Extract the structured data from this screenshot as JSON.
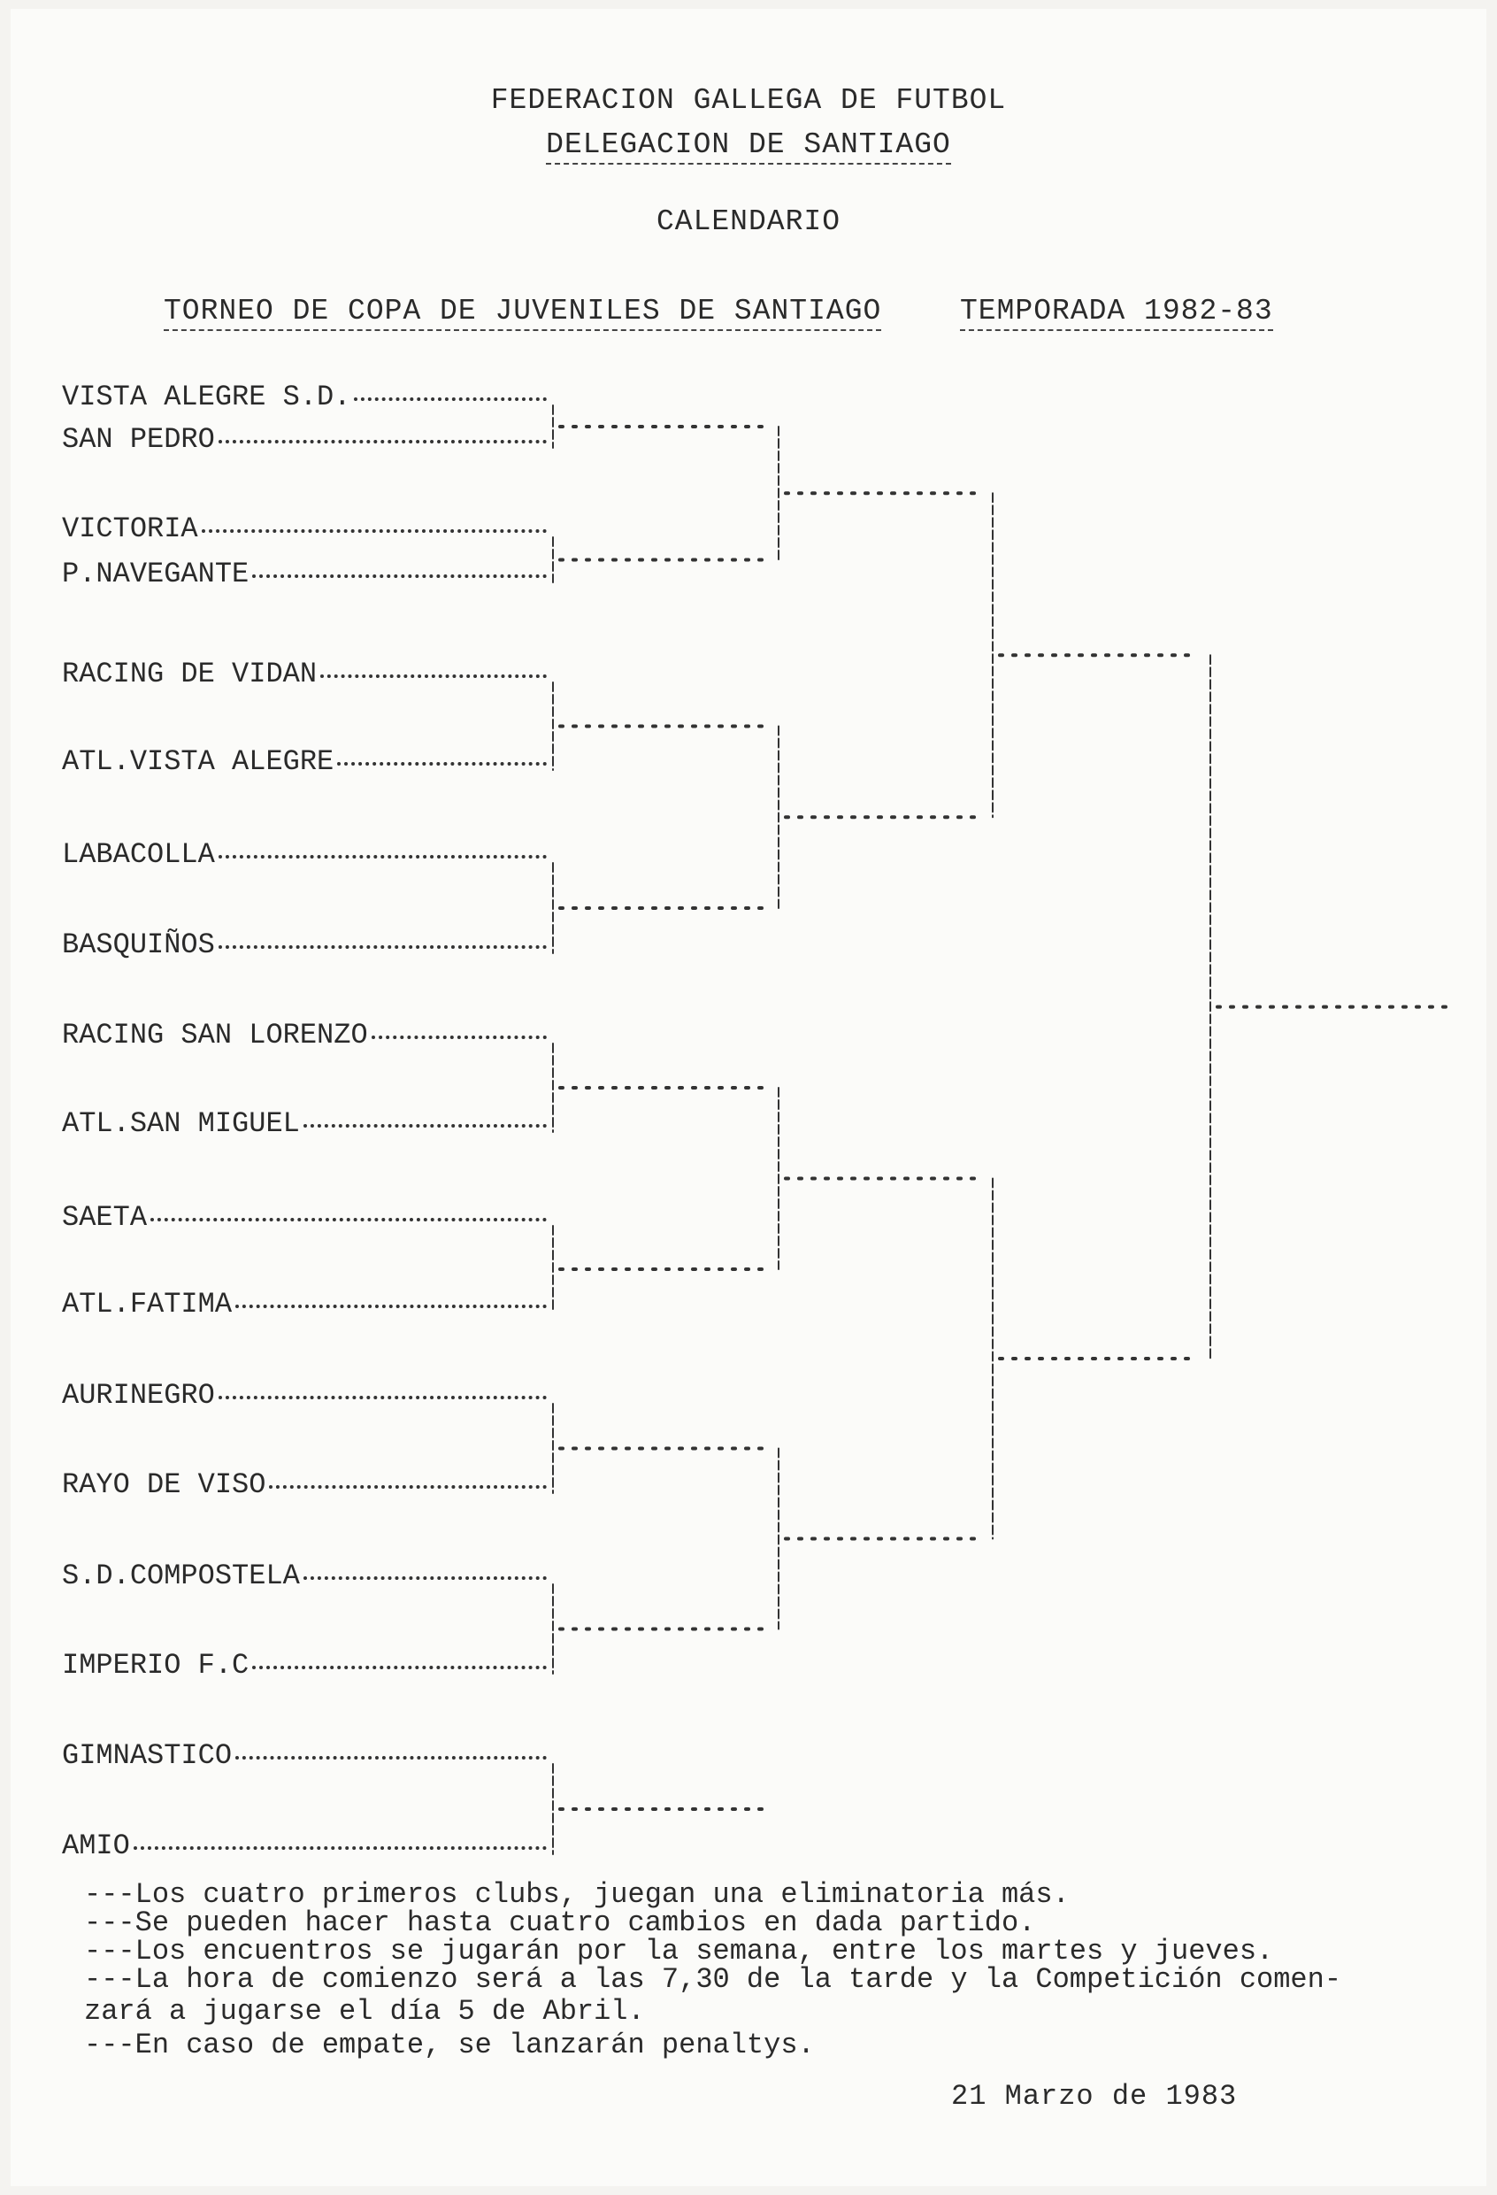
{
  "header": {
    "federation": "FEDERACION GALLEGA DE FUTBOL",
    "delegation": "DELEGACION DE SANTIAGO",
    "doc_type": "CALENDARIO",
    "tournament": "TORNEO DE COPA DE JUVENILES DE SANTIAGO",
    "season": "TEMPORADA 1982-83"
  },
  "teams": [
    "VISTA ALEGRE S.D.",
    "SAN PEDRO",
    "VICTORIA",
    "P.NAVEGANTE",
    "RACING DE VIDAN",
    "ATL.VISTA ALEGRE",
    "LABACOLLA",
    "BASQUIÑOS",
    "RACING SAN LORENZO",
    "ATL.SAN MIGUEL",
    "SAETA",
    "ATL.FATIMA",
    "AURINEGRO",
    "RAYO DE VISO",
    "S.D.COMPOSTELA",
    "IMPERIO F.C",
    "GIMNASTICO",
    "AMIO"
  ],
  "notes": [
    "---Los cuatro primeros clubs, juegan una eliminatoria más.",
    "---Se pueden hacer hasta cuatro cambios en dada partido.",
    "---Los encuentros se jugarán por la semana, entre los martes y jueves.",
    "---La hora de comienzo será a las 7,30 de la tarde y la Competición comen-",
    "zará a jugarse el día 5 de Abril.",
    "---En caso de empate, se lanzarán penaltys."
  ],
  "date": "21 Marzo de 1983"
}
